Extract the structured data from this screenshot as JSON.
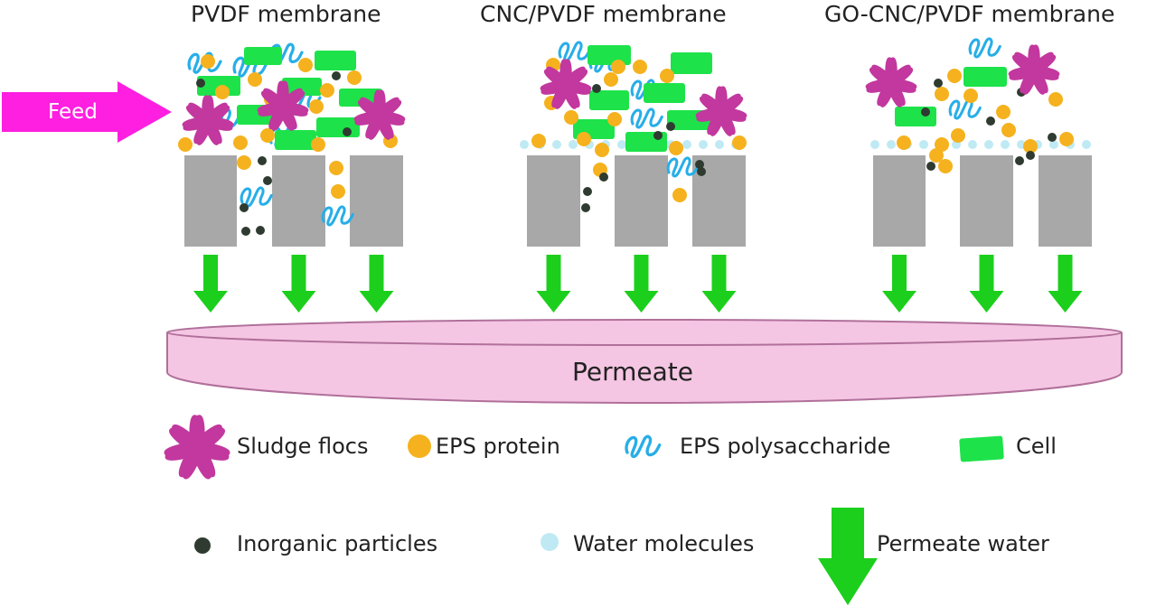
{
  "membranes": [
    {
      "title": "PVDF membrane"
    },
    {
      "title": "CNC/PVDF membrane"
    },
    {
      "title": "GO-CNC/PVDF membrane"
    }
  ],
  "feed_label": "Feed",
  "permeate_label": "Permeate",
  "legend": {
    "sludge_flocs": "Sludge flocs",
    "eps_protein": "EPS protein",
    "eps_polysaccharide": "EPS polysaccharide",
    "cell": "Cell",
    "inorganic_particles": "Inorganic particles",
    "water_molecules": "Water molecules",
    "permeate_water": "Permeate water"
  },
  "colors": {
    "feed_arrow": "#ff1fe0",
    "permeate_arrow": "#1ccf1c",
    "membrane_block": "#a8a8a8",
    "permeate_dish_fill": "#f5c6e3",
    "permeate_dish_stroke": "#b0709a",
    "sludge_floc": "#c2389e",
    "eps_protein": "#f5b21e",
    "eps_polysaccharide": "#27aee8",
    "cell": "#1ee24a",
    "inorganic_particle": "#2f3b30",
    "water_molecule": "#bfeaf4"
  }
}
